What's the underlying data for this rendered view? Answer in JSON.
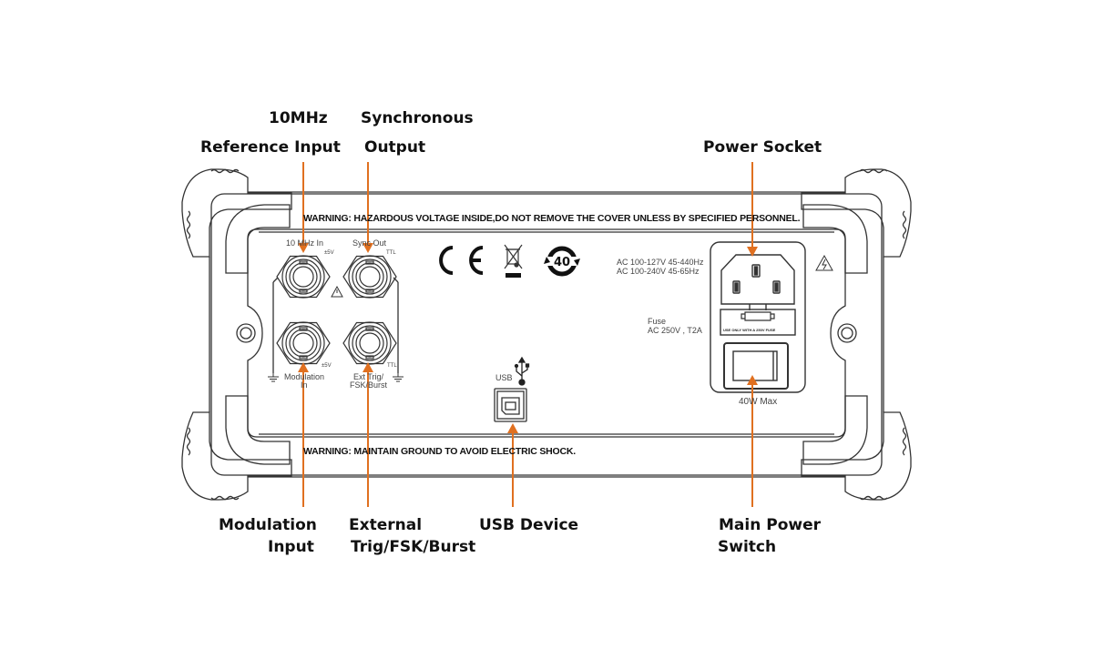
{
  "diagram": {
    "title": "Rear Panel",
    "callouts": {
      "ref_input": {
        "line1": "10MHz",
        "line2": "Reference Input"
      },
      "sync_output": {
        "line1": "Synchronous",
        "line2": "Output"
      },
      "power_socket": {
        "line1": "Power Socket"
      },
      "modulation_input": {
        "line1": "Modulation",
        "line2": "Input"
      },
      "ext_trig": {
        "line1": "External",
        "line2": "Trig/FSK/Burst"
      },
      "usb_device": {
        "line1": "USB Device"
      },
      "main_power_switch": {
        "line1": "Main Power",
        "line2": "Switch"
      }
    },
    "panel_text": {
      "warning_top": "WARNING: HAZARDOUS VOLTAGE INSIDE,DO NOT REMOVE THE COVER  UNLESS BY SPECIFIED PERSONNEL.",
      "warning_bottom": "WARNING: MAINTAIN GROUND TO AVOID ELECTRIC SHOCK.",
      "port_10mhz": "10 MHz In",
      "port_10mhz_level": "±5V",
      "port_sync": "Sync Out",
      "port_sync_level": "TTL",
      "port_mod_line1": "Modulation",
      "port_mod_line2": "In",
      "port_mod_level": "±5V",
      "port_ext_line1": "Ext Trig/",
      "port_ext_line2": "FSK/Burst",
      "port_ext_level": "TTL",
      "usb_label": "USB",
      "ac_line1": "AC 100-127V  45-440Hz",
      "ac_line2": "AC 100-240V  45-65Hz",
      "fuse_label": "Fuse",
      "fuse_rating": "AC 250V , T2A",
      "fuse_note": "USE ONLY WITH A 250V FUSE",
      "power_rating": "40W Max",
      "ce_mark": "CE",
      "rohs_mark": "40"
    },
    "colors": {
      "arrow": "#e07020",
      "line": "#333333"
    }
  }
}
